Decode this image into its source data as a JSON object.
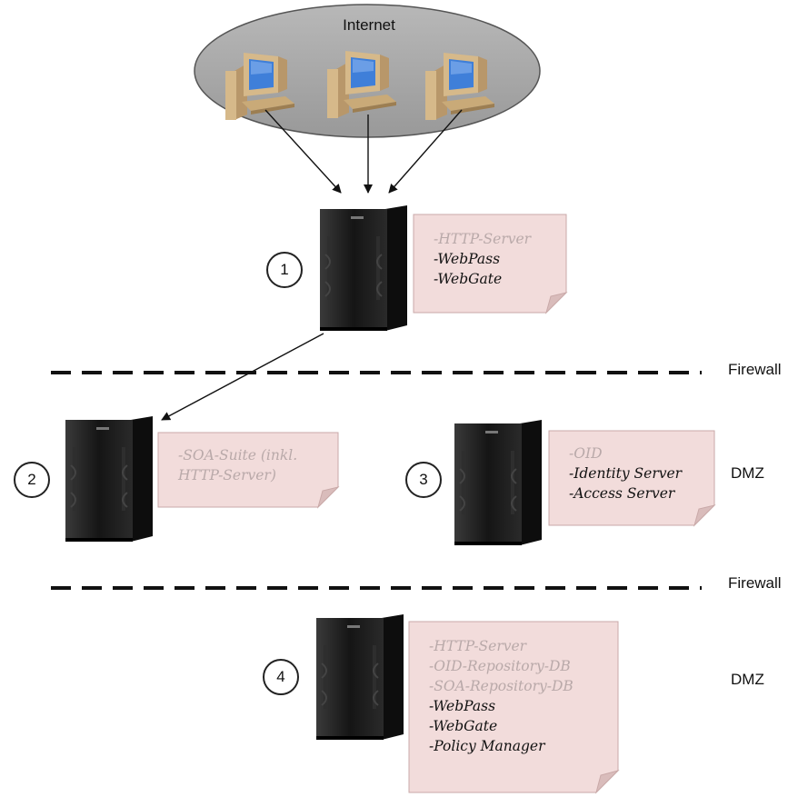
{
  "internet": {
    "label": "Internet"
  },
  "zones": {
    "firewall_1": "Firewall",
    "firewall_2": "Firewall",
    "dmz_1": "DMZ",
    "dmz_2": "DMZ"
  },
  "servers": [
    {
      "number": "1",
      "components": [
        {
          "text": "-HTTP-Server",
          "style": "dim"
        },
        {
          "text": "-WebPass",
          "style": "strong"
        },
        {
          "text": "-WebGate",
          "style": "strong"
        }
      ]
    },
    {
      "number": "2",
      "components": [
        {
          "text": "-SOA-Suite (inkl.",
          "style": "dim"
        },
        {
          "text": "HTTP-Server)",
          "style": "dim"
        }
      ]
    },
    {
      "number": "3",
      "components": [
        {
          "text": "-OID",
          "style": "dim"
        },
        {
          "text": "-Identity Server",
          "style": "strong"
        },
        {
          "text": "-Access Server",
          "style": "strong"
        }
      ]
    },
    {
      "number": "4",
      "components": [
        {
          "text": "-HTTP-Server",
          "style": "dim"
        },
        {
          "text": "-OID-Repository-DB",
          "style": "dim"
        },
        {
          "text": "-SOA-Repository-DB",
          "style": "dim"
        },
        {
          "text": "-WebPass",
          "style": "strong"
        },
        {
          "text": "-WebGate",
          "style": "strong"
        },
        {
          "text": "-Policy Manager",
          "style": "strong"
        }
      ]
    }
  ],
  "colors": {
    "cloud": "#a6a6a6",
    "note_fill": "#f2dcdb",
    "note_border": "#c9a9a8",
    "server_body": "#1e1e1e",
    "monitor_screen": "#3f7fd9",
    "computer_beige": "#d6b98a"
  },
  "icons": [
    "desktop-computer-icon",
    "tower-server-icon"
  ]
}
